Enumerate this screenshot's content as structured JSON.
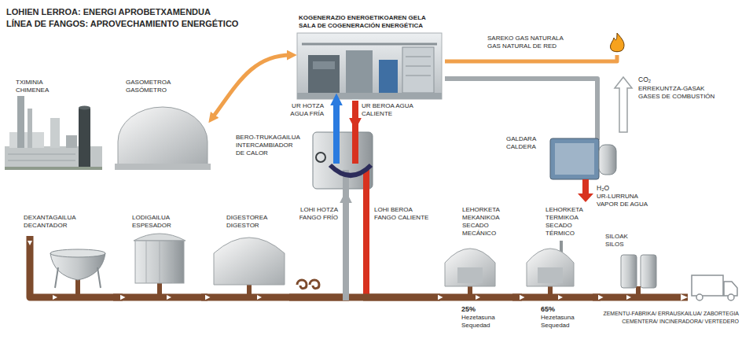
{
  "diagram": {
    "title": "LOHIEN LERROA: ENERGI APROBETXAMENDUA",
    "nodes": [
      {
        "text": [
          "TXIMINIA",
          "CHIMENEA"
        ]
      },
      {
        "text": [
          "GASOMETROA",
          "GASÓMETRO"
        ]
      },
      {
        "text": [
          "KOGENERAZIO ENERGETIKOAREN GELA",
          "SALA DE COGENERACIÓN ENERGÉTICA"
        ]
      },
      {
        "text": [
          "SAREKO GAS NATURALA",
          "GAS NATURAL DE RED"
        ]
      },
      {
        "text": [
          "BERO-TRUKAGAILUA",
          "INTERCAMBIADOR DE CALOR"
        ]
      },
      {
        "text": [
          "GALDARA",
          "CALDERA"
        ]
      },
      {
        "text": [
          "DEXANTAGAILUA",
          "DECANTADOR"
        ]
      },
      {
        "text": [
          "LODIGAILUA",
          "ESPESADOR"
        ]
      },
      {
        "text": [
          "DIGESTOREA",
          "DIGESTOR"
        ]
      },
      {
        "text": [
          "LEHORKETA MEKANIKOA",
          "SECADO MECÁNICO",
          "25%",
          "Hezetasuna",
          "Sequedad"
        ]
      },
      {
        "text": [
          "LEHORKETA TERMIKOA",
          "SECADO TÉRMICO",
          "65%",
          "Hezetasuna",
          "Sequedad"
        ]
      },
      {
        "text": [
          "SILOAK",
          "SILOS"
        ]
      }
    ],
    "edges": [
      {
        "from": 1,
        "to": 2,
        "arrow": "both"
      },
      {
        "from": 2,
        "to": 3,
        "arrow": "none"
      },
      {
        "from": 2,
        "to": 5,
        "arrow": "none"
      },
      {
        "from": 4,
        "to": 2,
        "label": "UR HOTZA AGUA FRÍA",
        "arrow": "to"
      },
      {
        "from": 2,
        "to": 4,
        "label": "UR BEROA AGUA CALIENTE",
        "arrow": "to"
      },
      {
        "from": 6,
        "to": 7,
        "arrow": "to"
      },
      {
        "from": 7,
        "to": 8,
        "arrow": "to"
      },
      {
        "from": 8,
        "to": 4,
        "label": "LOHI HOTZA FANGO FRÍO",
        "arrow": "to"
      },
      {
        "from": 4,
        "to": 9,
        "label": "LOHI BEROA FANGO CALIENTE",
        "arrow": "to"
      },
      {
        "from": 9,
        "to": 10,
        "arrow": "to"
      },
      {
        "from": 10,
        "to": 11,
        "arrow": "to"
      }
    ],
    "labels": [
      "LÍNEA DE FANGOS: APROVECHAMIENTO ENERGÉTICO",
      "CO₂",
      "ERREKUNTZA-GASAK",
      "GASES DE COMBUSTIÓN",
      "H₂O",
      "UR-LURRUNA",
      "VAPOR DE AGUA",
      "ZEMENTU-FABRIKA/ ERRAUSKAILUA/ ZABORTEGIA",
      "CEMENTERA/ INCINERADORA/ VERTEDERO"
    ]
  }
}
